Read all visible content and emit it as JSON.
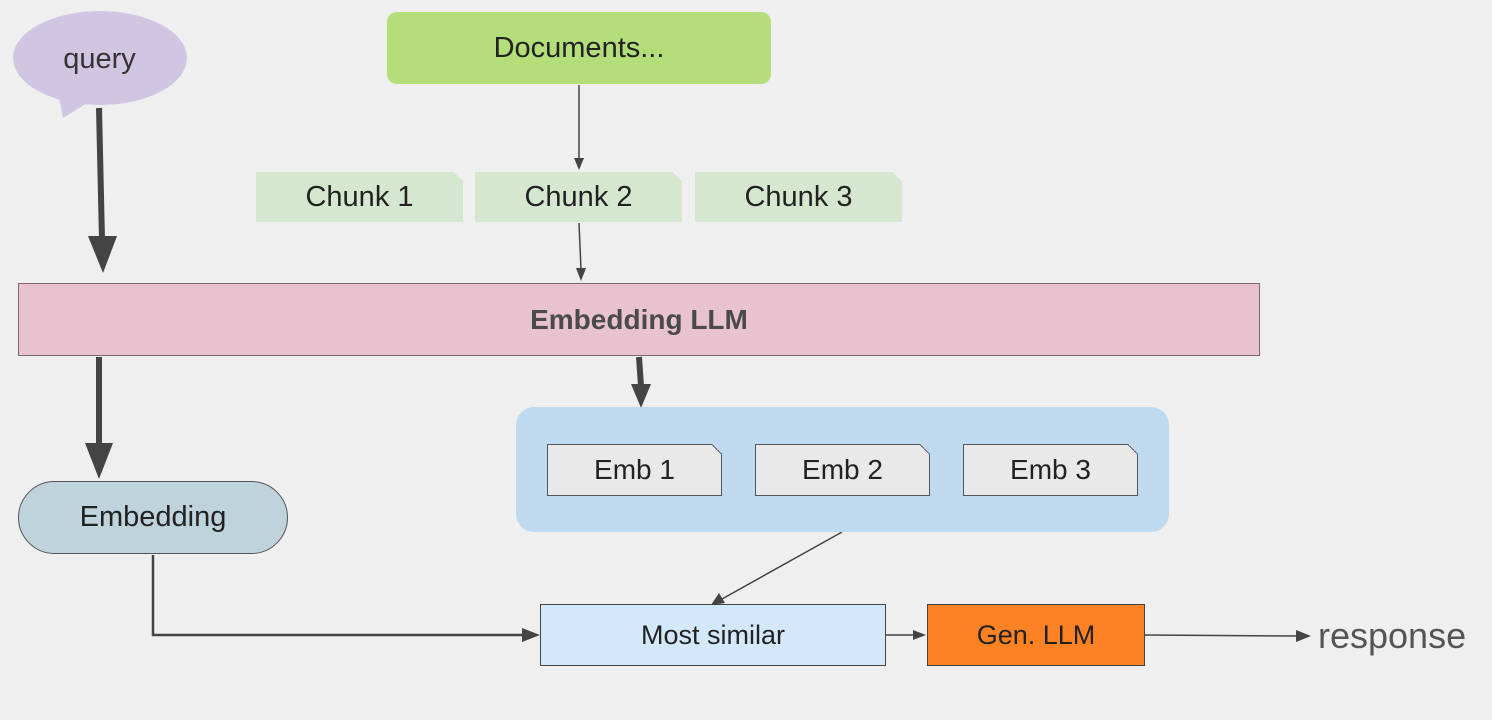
{
  "query": {
    "label": "query"
  },
  "documents": {
    "label": "Documents..."
  },
  "chunks": [
    {
      "label": "Chunk 1"
    },
    {
      "label": "Chunk 2"
    },
    {
      "label": "Chunk 3"
    }
  ],
  "embedding_llm": {
    "label": "Embedding LLM"
  },
  "embeddings": [
    {
      "label": "Emb 1"
    },
    {
      "label": "Emb 2"
    },
    {
      "label": "Emb 3"
    }
  ],
  "query_embedding": {
    "label": "Embedding"
  },
  "most_similar": {
    "label": "Most similar"
  },
  "gen_llm": {
    "label": "Gen. LLM"
  },
  "output": {
    "label": "response"
  },
  "colors": {
    "background": "#efefef",
    "query_bubble": "#d1c6e2",
    "documents": "#b4de7a",
    "chunk": "#d6e7d0",
    "embedding_llm": "#e8c2cf",
    "embedding_group": "#bfd9ee",
    "embedding": "#bfd3dc",
    "most_similar": "#d4e8fb",
    "gen_llm": "#fd8224",
    "arrow": "#444444"
  }
}
